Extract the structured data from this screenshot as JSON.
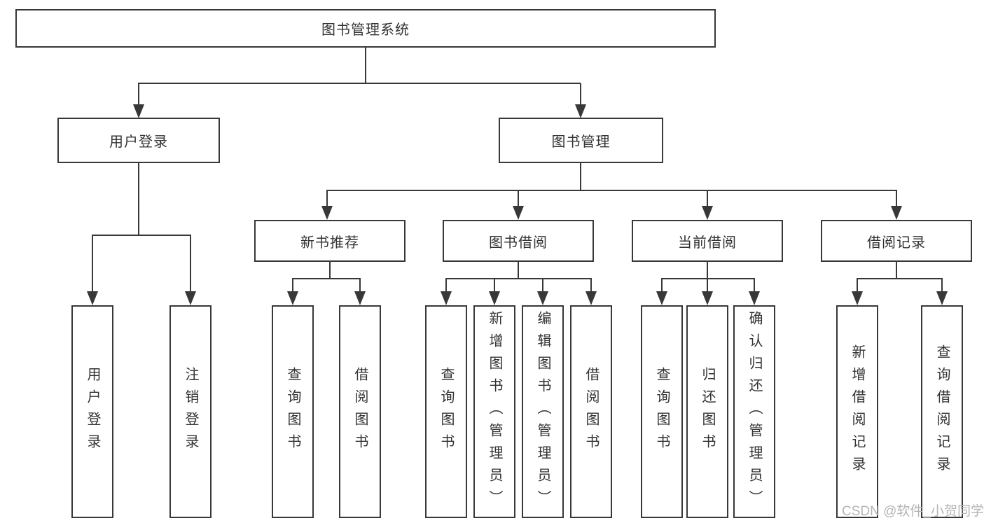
{
  "tree": {
    "label": "图书管理系统",
    "children": [
      {
        "label": "用户登录",
        "children": [
          {
            "label": "用户登录"
          },
          {
            "label": "注销登录"
          }
        ]
      },
      {
        "label": "图书管理",
        "children": [
          {
            "label": "新书推荐",
            "children": [
              {
                "label": "查询图书"
              },
              {
                "label": "借阅图书"
              }
            ]
          },
          {
            "label": "图书借阅",
            "children": [
              {
                "label": "查询图书"
              },
              {
                "label": "新增图书（管理员）"
              },
              {
                "label": "编辑图书（管理员）"
              },
              {
                "label": "借阅图书"
              }
            ]
          },
          {
            "label": "当前借阅",
            "children": [
              {
                "label": "查询图书"
              },
              {
                "label": "归还图书"
              },
              {
                "label": "确认归还（管理员）"
              }
            ]
          },
          {
            "label": "借阅记录",
            "children": [
              {
                "label": "新增借阅记录"
              },
              {
                "label": "查询借阅记录"
              }
            ]
          }
        ]
      }
    ]
  },
  "watermark": {
    "text": "CSDN @软件_小贺同学"
  },
  "colors": {
    "line": "#383838",
    "text": "#333333",
    "watermark": "#b4b4b4",
    "background": "#ffffff"
  }
}
